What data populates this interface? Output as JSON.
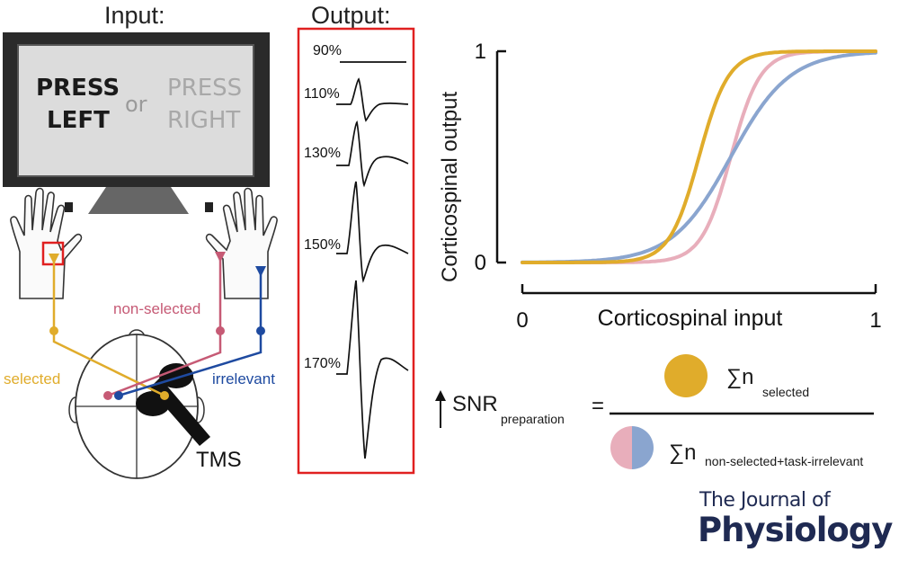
{
  "headers": {
    "input": "Input:",
    "output": "Output:"
  },
  "screen": {
    "press_left_1": "PRESS",
    "press_left_2": "LEFT",
    "or": "or",
    "press_right_1": "PRESS",
    "press_right_2": "RIGHT"
  },
  "meps": {
    "labels": [
      "90%",
      "110%",
      "130%",
      "150%",
      "170%"
    ]
  },
  "pathways": {
    "selected": "selected",
    "non_selected": "non-selected",
    "irrelevant": "irrelevant",
    "tms": "TMS"
  },
  "colors": {
    "selected": "#e0ac2b",
    "non_selected": "#c65a75",
    "irrelevant": "#1e4aa0",
    "pink": "#e8aebb",
    "blue": "#8aa5cf",
    "red_box": "#e02020",
    "journal": "#1f2a52"
  },
  "chart_data": {
    "type": "line",
    "xlabel": "Corticospinal input",
    "ylabel": "Corticospinal output",
    "x_ticks": [
      "0",
      "1"
    ],
    "y_ticks": [
      "0",
      "1"
    ],
    "xlim": [
      0,
      1
    ],
    "ylim": [
      0,
      1
    ],
    "series": [
      {
        "color": "#e0ac2b",
        "shape": "sigmoid",
        "midpoint": 0.5,
        "slope": 24
      },
      {
        "color": "#e8aebb",
        "shape": "sigmoid",
        "midpoint": 0.59,
        "slope": 24
      },
      {
        "color": "#8aa5cf",
        "shape": "sigmoid",
        "midpoint": 0.59,
        "slope": 12
      }
    ]
  },
  "formula": {
    "snr": "SNR",
    "snr_sub": "preparation",
    "eq": "=",
    "sum": "∑n",
    "num_sub": "selected",
    "den_sub": "non-selected+task-irrelevant"
  },
  "journal": {
    "line1": "The Journal of",
    "line2": "Physiology"
  }
}
